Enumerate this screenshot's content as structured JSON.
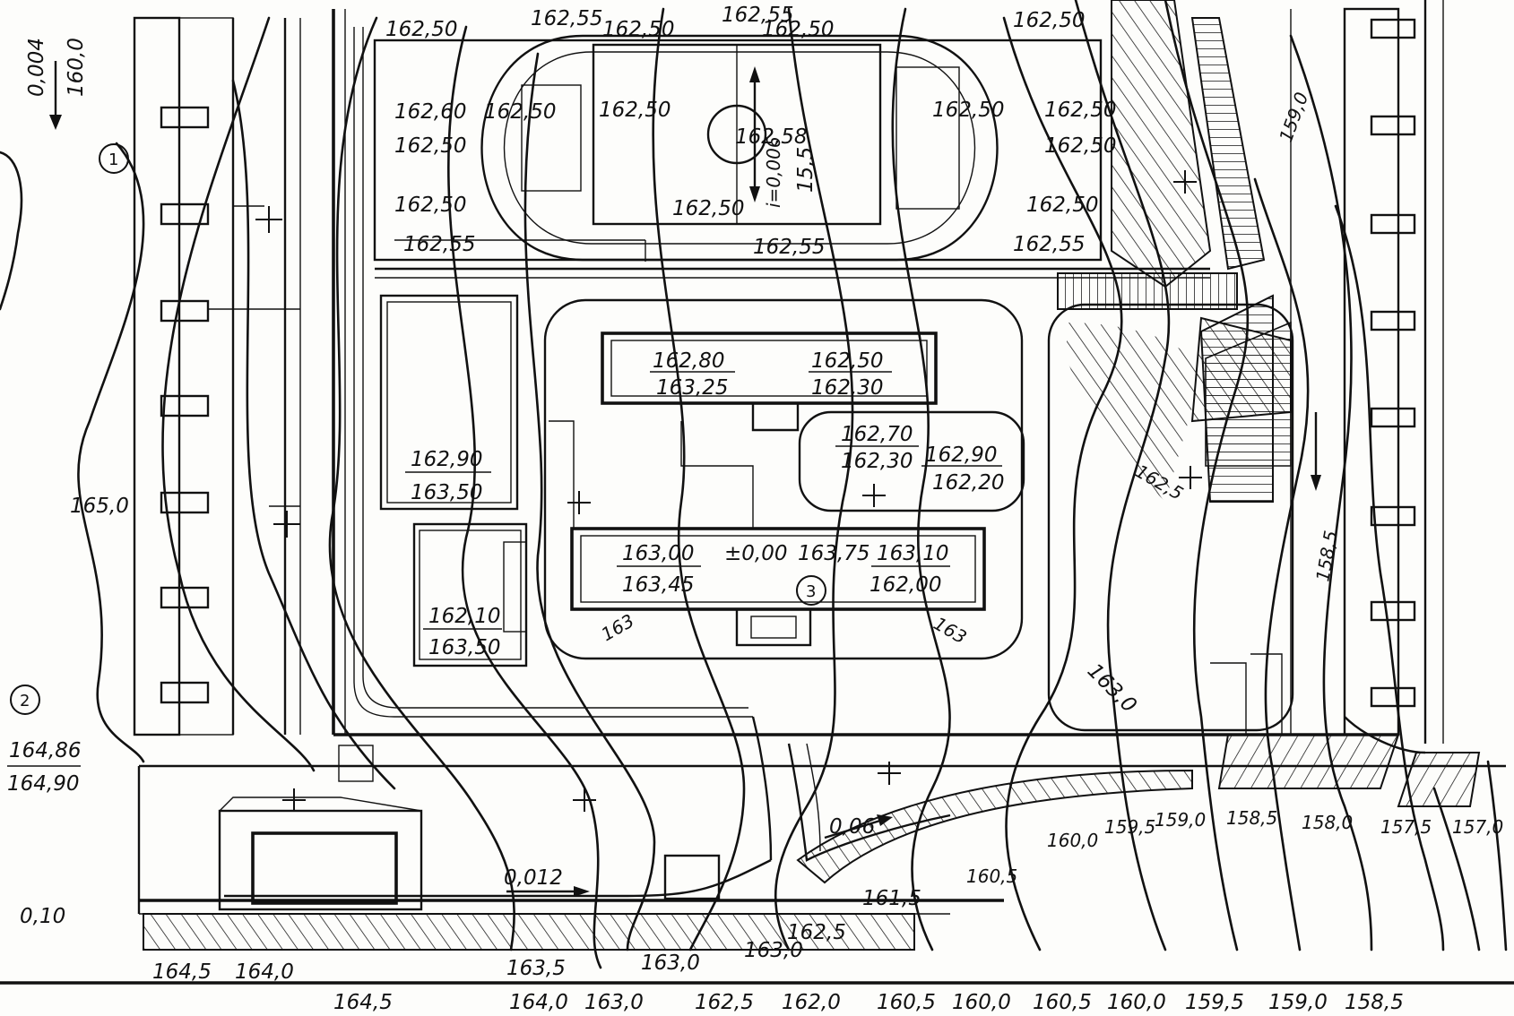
{
  "labels": {
    "slope_top_left_a": "0,004",
    "slope_top_left_b": "160,0",
    "circle_1": "1",
    "circle_2": "2",
    "circle_3": "3",
    "left_164_86": "164,86",
    "left_164_90": "164,90",
    "left_165_0": "165,0",
    "left_0_10": "0,10",
    "slope_0_012": "0,012",
    "slope_0_06": "0,06",
    "slope_i_0_006": "i=0,006",
    "dim_15_5": "15,5",
    "field_162_55_a": "162,55",
    "field_162_55_b": "162,55",
    "field_162_55_c": "162,55",
    "field_162_55_d": "162,55",
    "field_162_55_e": "162,55",
    "field_162_50_a": "162,50",
    "field_162_50_b": "162,50",
    "field_162_50_c": "162,50",
    "field_162_50_d": "162,50",
    "field_162_50_e": "162,50",
    "field_162_50_f": "162,50",
    "field_162_50_g": "162,50",
    "field_162_50_h": "162,50",
    "field_162_50_i": "162,50",
    "field_162_50_j": "162,50",
    "field_162_50_k": "162,50",
    "field_162_50_l": "162,50",
    "field_162_50_m": "162,50",
    "field_162_60": "162,60",
    "field_162_58": "162,58",
    "block_a_top_l": "162,80",
    "block_a_bot_l": "163,25",
    "block_a_top_r": "162,50",
    "block_a_bot_r": "162,30",
    "block_b_top": "162,70",
    "block_b_bot": "162,30",
    "block_c_top": "162,90",
    "block_c_bot": "162,20",
    "block_d_top_l": "163,00",
    "block_d_bot_l": "163,45",
    "block_d_zero": "±0,00",
    "block_d_mid": "163,75",
    "block_d_top_r": "163,10",
    "block_d_bot_r": "162,00",
    "block_e_top": "162,90",
    "block_e_bot": "163,50",
    "block_f_top": "162,10",
    "block_f_bot": "163,50",
    "contour_163_l": "163",
    "contour_163_r": "163",
    "contour_163_0_mid": "163,0",
    "contour_162_5_r": "162,5",
    "contour_159_0": "159,0",
    "contour_158_5_v": "158,5",
    "contour_160_0_bot": "160,0",
    "contour_159_5_bot": "159,5",
    "contour_159_0_bot": "159,0",
    "contour_158_5_bot": "158,5",
    "contour_158_0_bot": "158,0",
    "contour_157_5_bot": "157,5",
    "contour_157_0_bot": "157,0",
    "contour_160_5_bot": "160,5",
    "contour_161_5": "161,5",
    "contour_162_5_bot": "162,5",
    "contour_163_0_bot_a": "163,0",
    "contour_163_0_bot_b": "163,0",
    "contour_163_5_bot": "163,5",
    "contour_164_5_bot": "164,5",
    "contour_164_0_bot": "164,0"
  },
  "bottom_scale": [
    "164,5",
    "164,0",
    "163,0",
    "162,5",
    "162,0",
    "160,5",
    "160,0",
    "160,5",
    "160,0",
    "159,5",
    "159,0",
    "158,5"
  ]
}
